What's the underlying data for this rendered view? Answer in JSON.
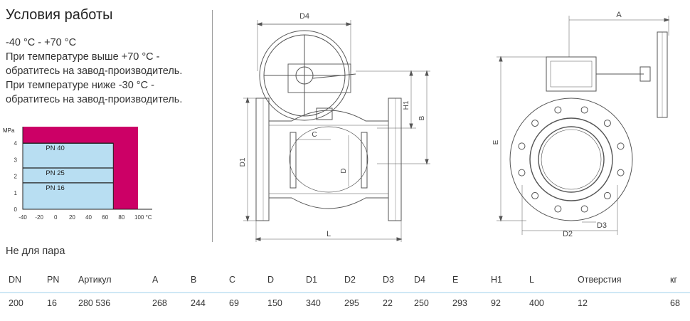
{
  "conditions": {
    "title": "Условия работы",
    "lines": [
      "-40 °C - +70 °C",
      "При температуре выше +70 °C -",
      "обратитесь на завод-производитель.",
      "При температуре ниже -30 °C -",
      "обратитесь на завод-производитель."
    ]
  },
  "colors": {
    "chart_magenta": "#cc0066",
    "chart_blue": "#b8def2",
    "drawing_line": "#555555",
    "table_rule": "#cfe8f5"
  },
  "chart_data": {
    "type": "area",
    "ylabel": "MPa",
    "xlabel": "°C",
    "ylim": [
      0,
      5
    ],
    "xlim": [
      -40,
      100
    ],
    "y_ticks": [
      "0",
      "1",
      "2",
      "3",
      "4"
    ],
    "x_ticks": [
      "-40",
      "-20",
      "0",
      "20",
      "40",
      "60",
      "80",
      "100 °C"
    ],
    "series": [
      {
        "name": "PN 40",
        "value": 4
      },
      {
        "name": "PN 25",
        "value": 2.5
      },
      {
        "name": "PN 16",
        "value": 1.6
      }
    ],
    "blue_region": {
      "x": [
        -40,
        70
      ]
    },
    "magenta_region": {
      "x": [
        -40,
        100
      ],
      "y": [
        0,
        5
      ]
    }
  },
  "drawing_labels": {
    "D4": "D4",
    "A": "A",
    "H1": "H1",
    "B": "B",
    "C": "C",
    "D": "D",
    "D1": "D1",
    "L": "L",
    "E": "E",
    "D2": "D2",
    "D3": "D3"
  },
  "subtitle": "Не для пара",
  "spec_table": {
    "headers": [
      "DN",
      "PN",
      "Артикул",
      "A",
      "B",
      "C",
      "D",
      "D1",
      "D2",
      "D3",
      "D4",
      "E",
      "H1",
      "L",
      "Отверстия",
      "кг"
    ],
    "rows": [
      [
        "200",
        "16",
        "280 536",
        "268",
        "244",
        "69",
        "150",
        "340",
        "295",
        "22",
        "250",
        "293",
        "92",
        "400",
        "12",
        "68"
      ]
    ]
  }
}
